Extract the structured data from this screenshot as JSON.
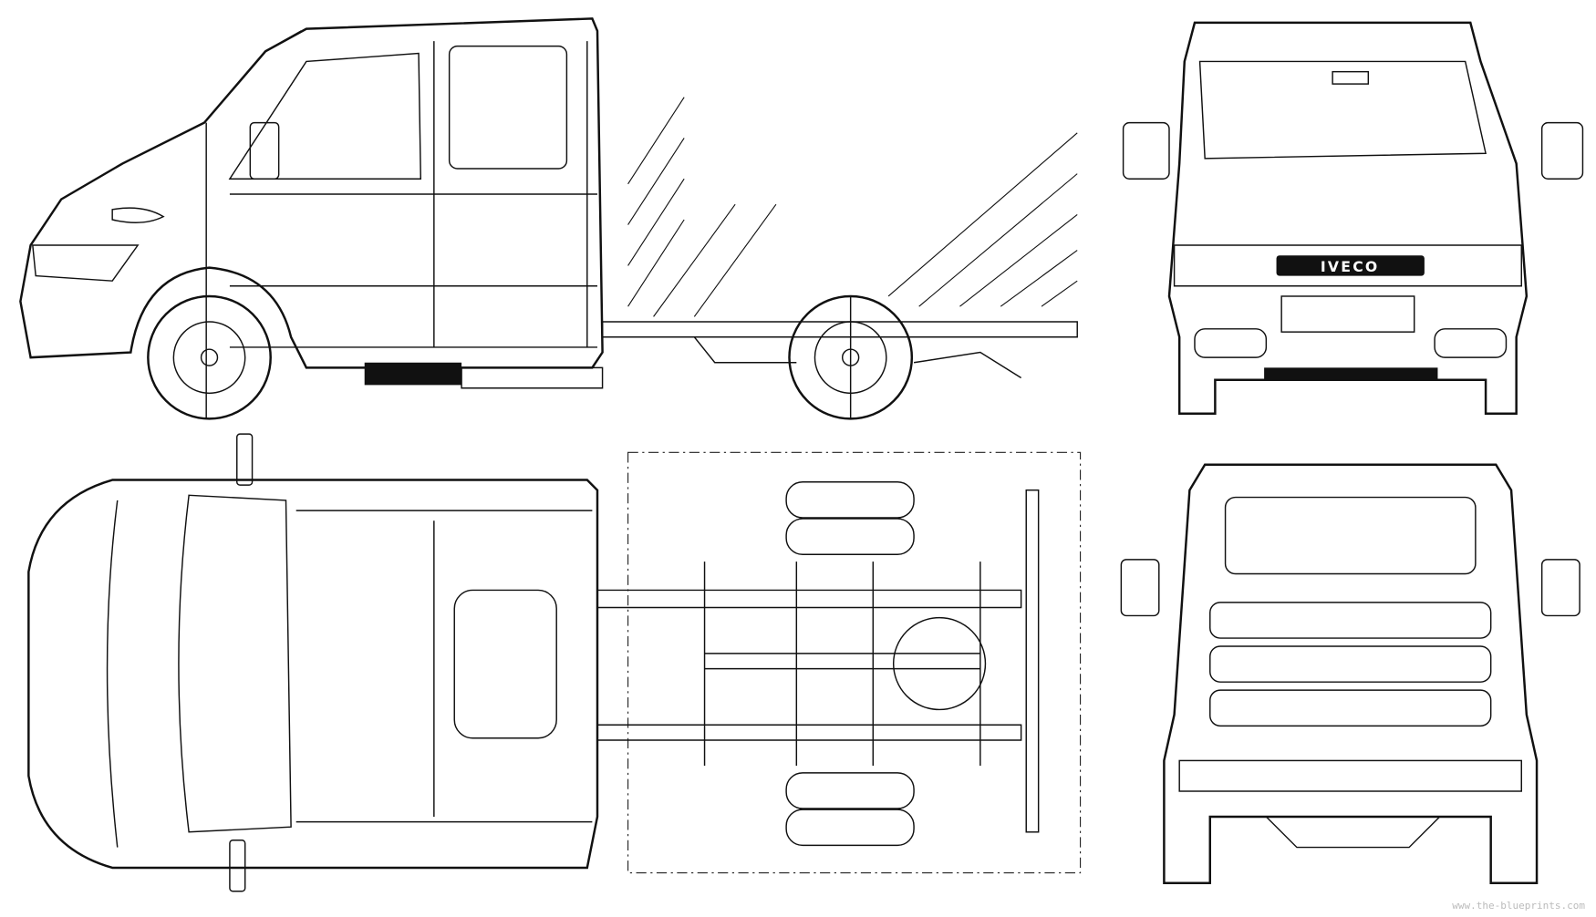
{
  "title": "Iveco Daily crew cab chassis blueprint",
  "views": [
    "side",
    "front",
    "top",
    "chassis-underside",
    "rear"
  ],
  "front_badge": "IVECO",
  "watermark": "www.the-blueprints.com"
}
